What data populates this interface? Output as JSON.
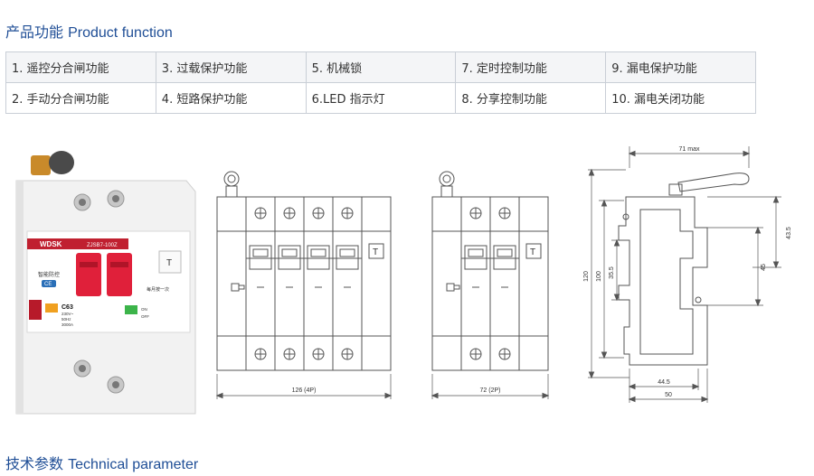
{
  "sections": {
    "product_function": {
      "cn": "产品功能",
      "en": "Product function"
    },
    "technical_parameter": {
      "cn": "技术参数",
      "en": "Technical parameter"
    }
  },
  "functions": [
    [
      "1. 遥控分合闸功能",
      "3. 过载保护功能",
      "5. 机械锁",
      "7. 定时控制功能",
      "9. 漏电保护功能"
    ],
    [
      "2. 手动分合闸功能",
      "4. 短路保护功能",
      "6.LED 指示灯",
      "8. 分享控制功能",
      "10. 漏电关闭功能"
    ]
  ],
  "product_photo": {
    "brand": "WDSK",
    "model": "ZJSB7-100Z",
    "badge": "CE",
    "panel_label": "智能防控",
    "rating": "C63",
    "ratings_lines": [
      "230V~",
      "50Hz",
      "3000A"
    ],
    "on_label": "ON",
    "off_label": "OFF",
    "test_label": "每月按一次",
    "test_key": "T"
  },
  "drawings": {
    "four_pole_width": "126 (4P)",
    "two_pole_width": "72 (2P)",
    "test_key": "T",
    "side": {
      "top_width": "71 max",
      "overall_height": "120",
      "inner_height": "100",
      "center_height": "35.5",
      "right_upper": "43.5",
      "right_lower": "45",
      "bottom_inner": "44.5",
      "bottom_outer": "50"
    }
  },
  "colors": {
    "heading": "#1f4e96",
    "handle": "#e0203a",
    "line": "#555555",
    "border": "#c9ced6"
  }
}
